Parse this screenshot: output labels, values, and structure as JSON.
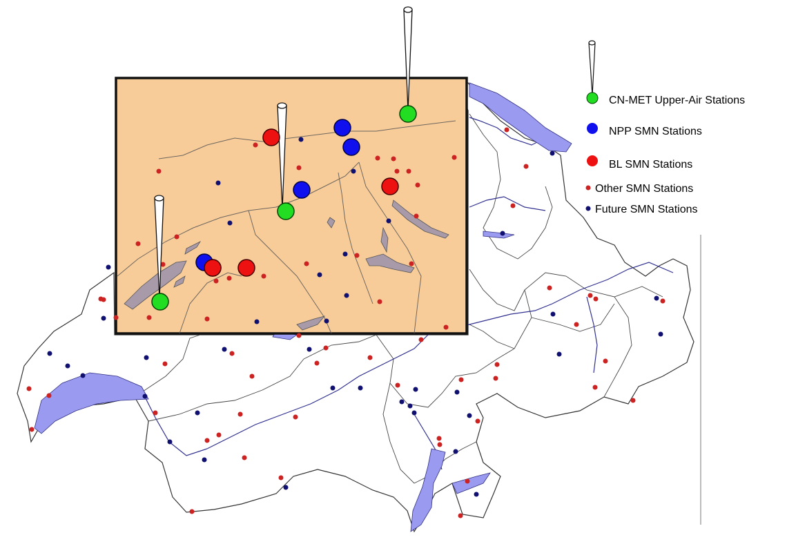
{
  "legend": {
    "upper_air": "CN-MET Upper-Air Stations",
    "npp": "NPP SMN Stations",
    "bl": "BL SMN Stations",
    "other": "Other SMN Stations",
    "future": "Future SMN Stations"
  },
  "colors": {
    "upper_air": "#22dd22",
    "npp": "#1010ee",
    "bl": "#ee1111",
    "other": "#cc2222",
    "future": "#101070",
    "region_fill": "#f8cc99",
    "lake": "#9a9af0"
  },
  "icons": {
    "balloon": "weather-balloon-icon",
    "region": "study-region-box"
  }
}
